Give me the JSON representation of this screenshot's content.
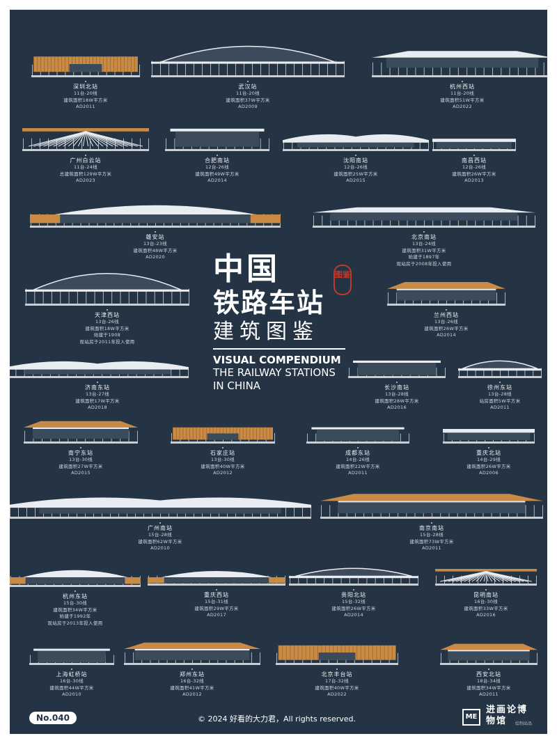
{
  "title": {
    "cn_line1": "中国",
    "cn_line2": "铁路车站",
    "cn_line3": "建筑图鉴",
    "en_line1": "VISUAL COMPENDIUM",
    "en_line2": "THE RAILWAY STATIONS",
    "en_line3": "IN CHINA",
    "seal": "图鉴"
  },
  "stations": [
    {
      "name": "深圳北站",
      "lines": [
        "11台-20线",
        "建筑面积18W平方米",
        "AD2011"
      ]
    },
    {
      "name": "武汉站",
      "lines": [
        "11台-20线",
        "建筑面积37W平方米",
        "AD2009"
      ]
    },
    {
      "name": "杭州西站",
      "lines": [
        "11台-20线",
        "建筑面积51W平方米",
        "AD2022"
      ]
    },
    {
      "name": "广州白云站",
      "lines": [
        "11台-24线",
        "总建筑面积129W平方米",
        "AD2023"
      ]
    },
    {
      "name": "合肥南站",
      "lines": [
        "12台-26线",
        "建筑面积49W平方米",
        "AD2014"
      ]
    },
    {
      "name": "沈阳南站",
      "lines": [
        "12台-26线",
        "建筑面积25W平方米",
        "AD2015"
      ]
    },
    {
      "name": "南昌西站",
      "lines": [
        "12台-26线",
        "建筑面积26W平方米",
        "AD2013"
      ]
    },
    {
      "name": "雄安站",
      "lines": [
        "13台-23线",
        "建筑面积48W平方米",
        "AD2020"
      ]
    },
    {
      "name": "北京南站",
      "lines": [
        "13台-24线",
        "建筑面积31W平方米",
        "始建于1897年",
        "现站房于2008年投入使用"
      ]
    },
    {
      "name": "天津西站",
      "lines": [
        "13台-26线",
        "建筑面积18W平方米",
        "始建于1908",
        "现站房于2011年投入使用"
      ]
    },
    {
      "name": "兰州西站",
      "lines": [
        "13台-26线",
        "建筑面积26W平方米",
        "AD2014"
      ]
    },
    {
      "name": "济南东站",
      "lines": [
        "13台-27线",
        "建筑面积17W平方米",
        "AD2018"
      ]
    },
    {
      "name": "长沙南站",
      "lines": [
        "13台-28线",
        "建筑面积28W平方米",
        "AD2016"
      ]
    },
    {
      "name": "徐州东站",
      "lines": [
        "13台-28线",
        "站房面积5W平方米",
        "AD2011"
      ]
    },
    {
      "name": "南宁东站",
      "lines": [
        "13台-30线",
        "建筑面积27W平方米",
        "AD2015"
      ]
    },
    {
      "name": "石家庄站",
      "lines": [
        "13台-30线",
        "建筑面积40W平方米",
        "AD2012"
      ]
    },
    {
      "name": "成都东站",
      "lines": [
        "14台-26线",
        "建筑面积22W平方米",
        "AD2011"
      ]
    },
    {
      "name": "重庆北站",
      "lines": [
        "14台-29线",
        "建筑面积26W平方米",
        "AD2006"
      ]
    },
    {
      "name": "广州南站",
      "lines": [
        "15台-28线",
        "建筑面积62W平方米",
        "AD2010"
      ]
    },
    {
      "name": "南京南站",
      "lines": [
        "15台-28线",
        "建筑面积73W平方米",
        "AD2011"
      ]
    },
    {
      "name": "杭州东站",
      "lines": [
        "15台-30线",
        "建筑面积34W平方米",
        "始建于1992年",
        "现站房于2013年投入使用"
      ]
    },
    {
      "name": "重庆西站",
      "lines": [
        "15台-31线",
        "建筑面积29W平方米",
        "AD2017"
      ]
    },
    {
      "name": "贵阳北站",
      "lines": [
        "15台-32线",
        "建筑面积26W平方米",
        "AD2014"
      ]
    },
    {
      "name": "昆明南站",
      "lines": [
        "16台-30线",
        "建筑面积33W平方米",
        "AD2016"
      ]
    },
    {
      "name": "上海虹桥站",
      "lines": [
        "16台-30线",
        "建筑面积44W平方米",
        "AD2010"
      ]
    },
    {
      "name": "郑州东站",
      "lines": [
        "16台-32线",
        "建筑面积41W平方米",
        "AD2012"
      ]
    },
    {
      "name": "北京丰台站",
      "lines": [
        "17台-32线",
        "建筑面积40W平方米",
        "AD2022"
      ]
    },
    {
      "name": "西安北站",
      "lines": [
        "18台-34线",
        "建筑面积34W平方米",
        "AD2011"
      ]
    }
  ],
  "footer": {
    "issue": "No.040",
    "copyright": "© 2024 好看的大力君，All rights reserved.",
    "museum_logo": "ME",
    "museum_name": "进画论博物馆",
    "museum_sub": "绘制出品"
  },
  "colors": {
    "background": "#253444",
    "wood": "#c98a45",
    "steel": "#c7ced6",
    "text": "#dfe4ea"
  }
}
